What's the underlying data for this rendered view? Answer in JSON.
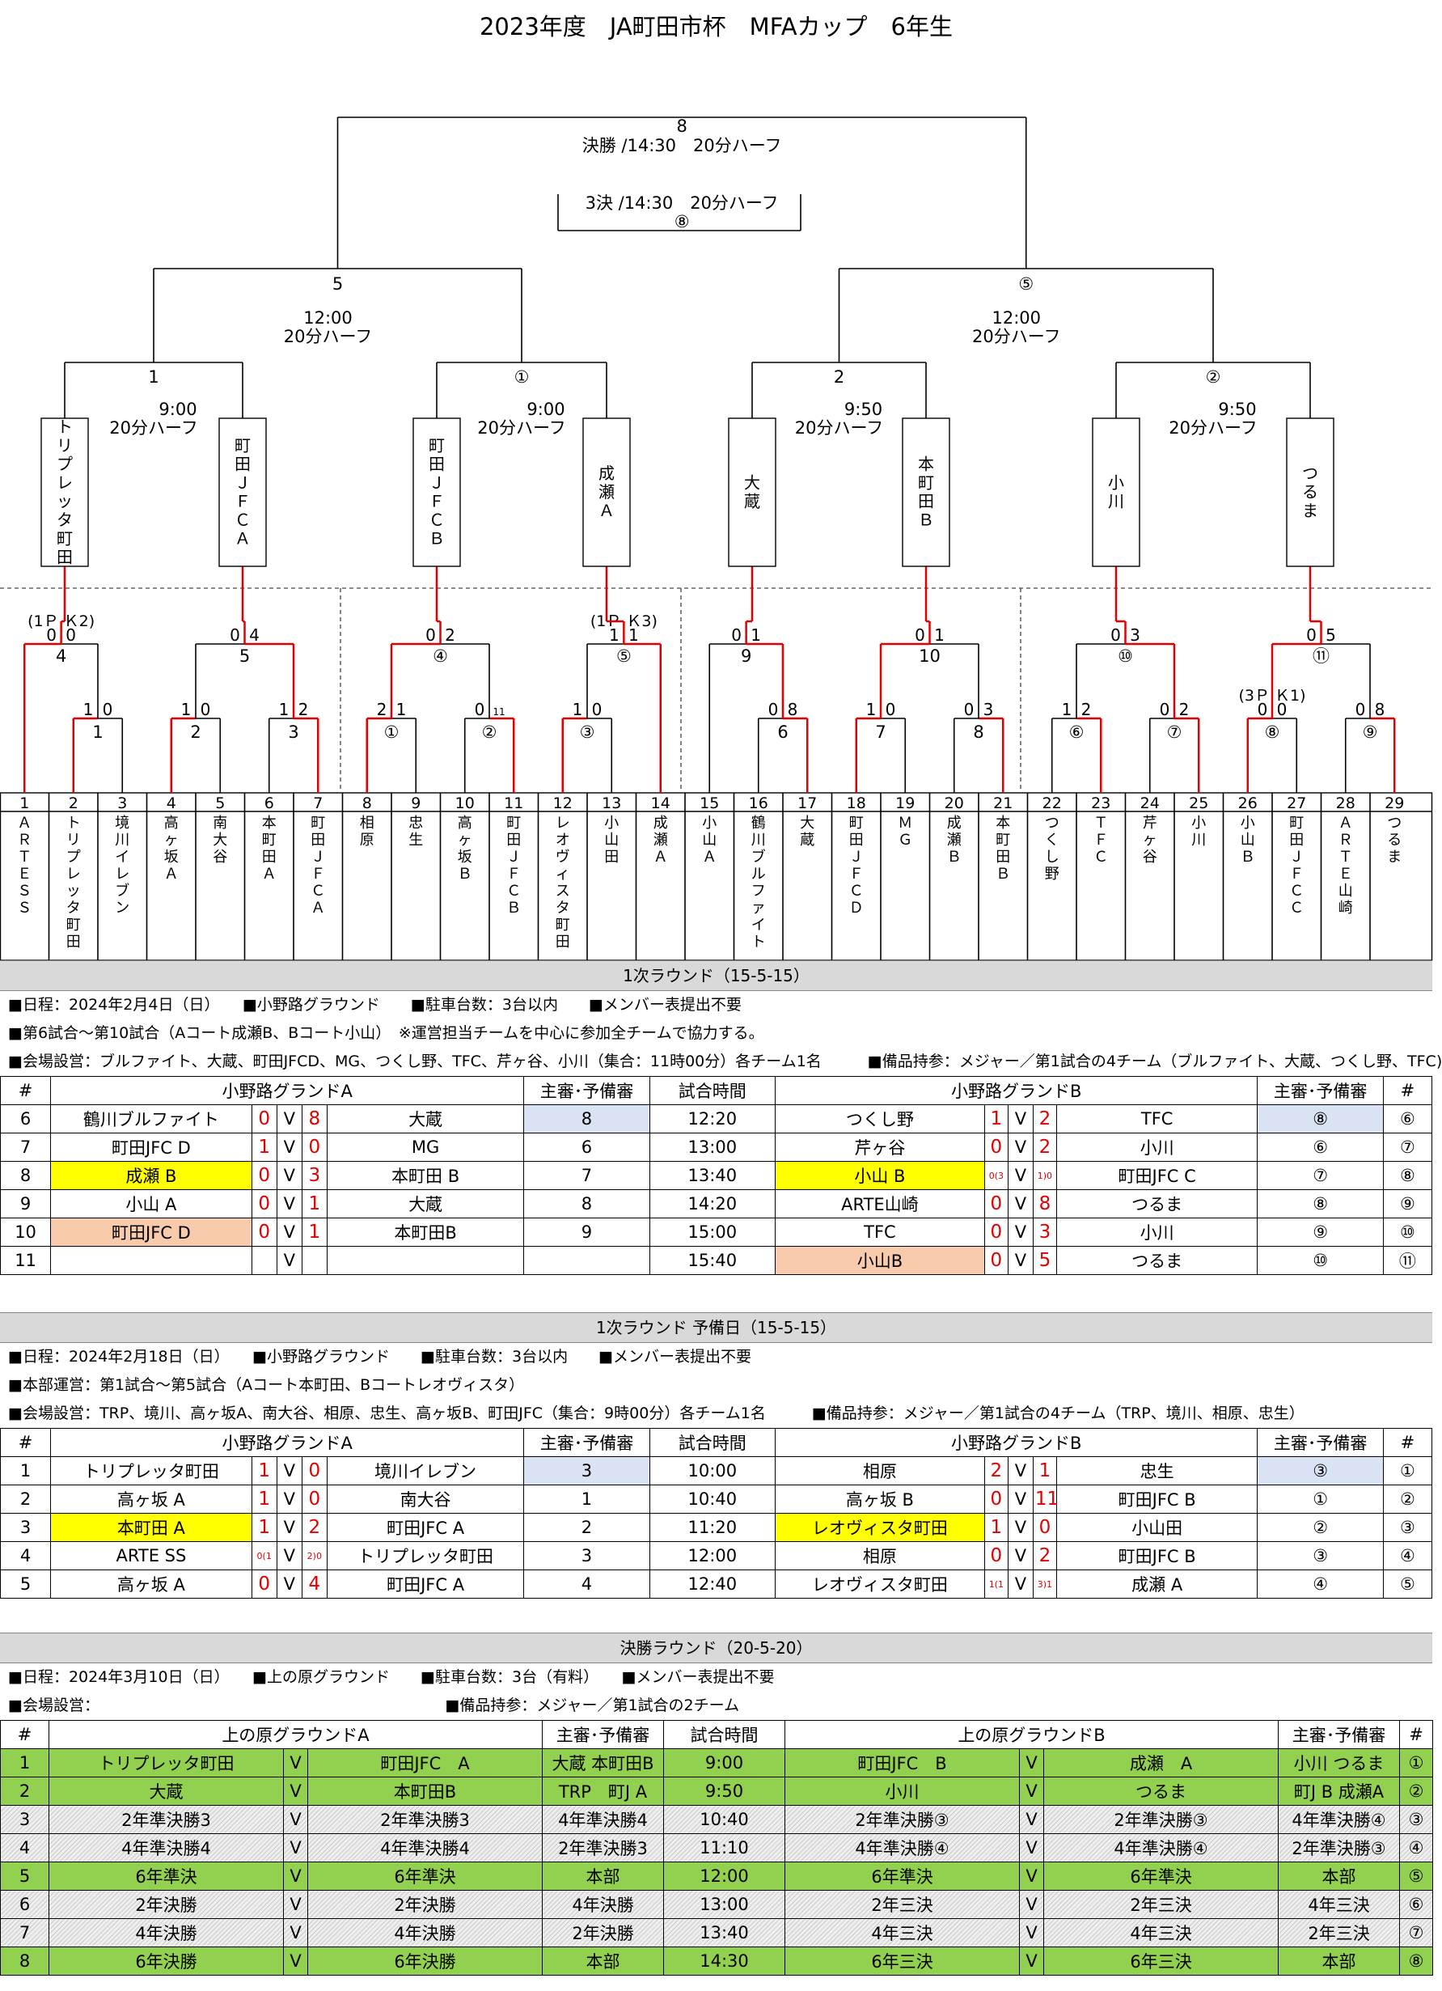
{
  "title": "2023年度　JA町田市杯　MFAカップ　6年生",
  "bracket": {
    "final": {
      "num": "8",
      "label": "決勝 /14:30　20分ハーフ"
    },
    "third": {
      "label": "3決 /14:30　20分ハーフ",
      "num": "⑧"
    },
    "semis": [
      {
        "num": "5",
        "time": "12:00",
        "half": "20分ハーフ"
      },
      {
        "num": "⑤",
        "time": "12:00",
        "half": "20分ハーフ"
      }
    ],
    "qf": [
      {
        "num": "1",
        "time": "9:00",
        "half": "20分ハーフ"
      },
      {
        "num": "①",
        "time": "9:00",
        "half": "20分ハーフ"
      },
      {
        "num": "2",
        "time": "9:50",
        "half": "20分ハーフ"
      },
      {
        "num": "②",
        "time": "9:50",
        "half": "20分ハーフ"
      }
    ],
    "qf_teams": [
      "トリプレッタ町田",
      "町田ＪＦＣＡ",
      "町田ＪＦＣＢ",
      "成瀬Ａ",
      "大蔵",
      "本町田Ｂ",
      "小川",
      "つるま"
    ],
    "r2": [
      {
        "num": "4",
        "left": "0",
        "right": "0",
        "pk": "(1Ｐ Ｋ2)"
      },
      {
        "num": "5",
        "left": "0",
        "right": "4"
      },
      {
        "num": "④",
        "left": "0",
        "right": "2"
      },
      {
        "num": "⑤",
        "left": "1",
        "right": "1",
        "pk": "(1Ｐ Ｋ3)"
      },
      {
        "num": "9",
        "left": "0",
        "right": "1"
      },
      {
        "num": "10",
        "left": "0",
        "right": "1"
      },
      {
        "num": "⑩",
        "left": "0",
        "right": "3"
      },
      {
        "num": "⑪",
        "left": "0",
        "right": "5"
      }
    ],
    "r1": [
      {
        "num": "1",
        "left": "1",
        "right": "0"
      },
      {
        "num": "2",
        "left": "1",
        "right": "0"
      },
      {
        "num": "3",
        "left": "1",
        "right": "2"
      },
      {
        "num": "①",
        "left": "2",
        "right": "1"
      },
      {
        "num": "②",
        "left": "0",
        "right": "11"
      },
      {
        "num": "③",
        "left": "1",
        "right": "0"
      },
      {
        "num": "6",
        "left": "0",
        "right": "8"
      },
      {
        "num": "7",
        "left": "1",
        "right": "0"
      },
      {
        "num": "8",
        "left": "0",
        "right": "3"
      },
      {
        "num": "⑥",
        "left": "1",
        "right": "2"
      },
      {
        "num": "⑦",
        "left": "0",
        "right": "2"
      },
      {
        "num": "⑧",
        "left": "0",
        "right": "0",
        "pk": "(3Ｐ Ｋ1)"
      },
      {
        "num": "⑨",
        "left": "0",
        "right": "8"
      }
    ],
    "slot_numbers": [
      "1",
      "2",
      "3",
      "4",
      "5",
      "6",
      "7",
      "8",
      "9",
      "10",
      "11",
      "12",
      "13",
      "14",
      "15",
      "16",
      "17",
      "18",
      "19",
      "20",
      "21",
      "22",
      "23",
      "24",
      "25",
      "26",
      "27",
      "28",
      "29"
    ],
    "teams": [
      "ＡＲＴＥＳＳ",
      "トリプレッタ町田",
      "境川イレブン",
      "高ヶ坂Ａ",
      "南大谷",
      "本町田Ａ",
      "町田ＪＦＣＡ",
      "相原",
      "忠生",
      "高ヶ坂Ｂ",
      "町田ＪＦＣＢ",
      "レオヴィスタ町田",
      "小山田",
      "成瀬Ａ",
      "小山Ａ",
      "鶴川ブルファイト",
      "大蔵",
      "町田ＪＦＣＤ",
      "ＭＧ",
      "成瀬Ｂ",
      "本町田Ｂ",
      "つくし野",
      "ＴＦＣ",
      "芹ヶ谷",
      "小川",
      "小山Ｂ",
      "町田ＪＦＣＣ",
      "ＡＲＴＥ山崎",
      "つるま"
    ]
  },
  "round1": {
    "title": "1次ラウンド（15-5-15）",
    "info": [
      "■日程：2024年2月4日（日）　　■小野路グラウンド　　■駐車台数：3台以内　　■メンバー表提出不要",
      "■第6試合～第10試合（Aコート成瀬B、Bコート小山）　※運営担当チームを中心に参加全チームで協力する。",
      "■会場設営：ブルファイト、大蔵、町田JFCD、MG、つくし野、TFC、芹ヶ谷、小川（集合：11時00分）各チーム1名　　　■備品持参：メジャー／第1試合の4チーム（ブルファイト、大蔵、つくし野、TFC)"
    ],
    "header": [
      "#",
      "小野路グランドA",
      "主審･予備審",
      "試合時間",
      "小野路グランドB",
      "主審･予備審",
      "#"
    ],
    "rows": [
      {
        "n": "6",
        "a_home": "鶴川ブルファイト",
        "a_hs": "0",
        "v": "V",
        "a_as": "8",
        "a_away": "大蔵",
        "a_ref": "8",
        "time": "12:20",
        "b_home": "つくし野",
        "b_hs": "1",
        "b_as": "2",
        "b_away": "TFC",
        "b_ref": "⑧",
        "nb": "⑥"
      },
      {
        "n": "7",
        "a_home": "町田JFC D",
        "a_hs": "1",
        "v": "V",
        "a_as": "0",
        "a_away": "MG",
        "a_ref": "6",
        "time": "13:00",
        "b_home": "芹ヶ谷",
        "b_hs": "0",
        "b_as": "2",
        "b_away": "小川",
        "b_ref": "⑥",
        "nb": "⑦"
      },
      {
        "n": "8",
        "a_home": "成瀬 B",
        "a_hs": "0",
        "v": "V",
        "a_as": "3",
        "a_away": "本町田 B",
        "a_ref": "7",
        "time": "13:40",
        "b_home": "小山 B",
        "b_hs": "0(3",
        "b_as": "1)0",
        "b_away": "町田JFC C",
        "b_ref": "⑦",
        "nb": "⑧"
      },
      {
        "n": "9",
        "a_home": "小山 A",
        "a_hs": "0",
        "v": "V",
        "a_as": "1",
        "a_away": "大蔵",
        "a_ref": "8",
        "time": "14:20",
        "b_home": "ARTE山崎",
        "b_hs": "0",
        "b_as": "8",
        "b_away": "つるま",
        "b_ref": "⑧",
        "nb": "⑨"
      },
      {
        "n": "10",
        "a_home": "町田JFC D",
        "a_hs": "0",
        "v": "V",
        "a_as": "1",
        "a_away": "本町田B",
        "a_ref": "9",
        "time": "15:00",
        "b_home": "TFC",
        "b_hs": "0",
        "b_as": "3",
        "b_away": "小川",
        "b_ref": "⑨",
        "nb": "⑩"
      },
      {
        "n": "11",
        "a_home": "",
        "a_hs": "",
        "v": "V",
        "a_as": "",
        "a_away": "",
        "a_ref": "",
        "time": "15:40",
        "b_home": "小山B",
        "b_hs": "0",
        "b_as": "5",
        "b_away": "つるま",
        "b_ref": "⑩",
        "nb": "⑪"
      }
    ]
  },
  "round1b": {
    "title": "1次ラウンド 予備日（15-5-15）",
    "info": [
      "■日程：2024年2月18日（日）　　■小野路グラウンド　　■駐車台数：3台以内　　■メンバー表提出不要",
      "■本部運営：第1試合～第5試合（Aコート本町田、Bコートレオヴィスタ）",
      "■会場設営：TRP、境川、高ヶ坂A、南大谷、相原、忠生、高ヶ坂B、町田JFC（集合：9時00分）各チーム1名　　　■備品持参：メジャー／第1試合の4チーム（TRP、境川、相原、忠生）"
    ],
    "header": [
      "#",
      "小野路グランドA",
      "主審･予備審",
      "試合時間",
      "小野路グランドB",
      "主審･予備審",
      "#"
    ],
    "rows": [
      {
        "n": "1",
        "a_home": "トリプレッタ町田",
        "a_hs": "1",
        "v": "V",
        "a_as": "0",
        "a_away": "境川イレブン",
        "a_ref": "3",
        "time": "10:00",
        "b_home": "相原",
        "b_hs": "2",
        "b_as": "1",
        "b_away": "忠生",
        "b_ref": "③",
        "nb": "①"
      },
      {
        "n": "2",
        "a_home": "高ヶ坂 A",
        "a_hs": "1",
        "v": "V",
        "a_as": "0",
        "a_away": "南大谷",
        "a_ref": "1",
        "time": "10:40",
        "b_home": "高ヶ坂 B",
        "b_hs": "0",
        "b_as": "11",
        "b_away": "町田JFC B",
        "b_ref": "①",
        "nb": "②"
      },
      {
        "n": "3",
        "a_home": "本町田 A",
        "a_hs": "1",
        "v": "V",
        "a_as": "2",
        "a_away": "町田JFC A",
        "a_ref": "2",
        "time": "11:20",
        "b_home": "レオヴィスタ町田",
        "b_hs": "1",
        "b_as": "0",
        "b_away": "小山田",
        "b_ref": "②",
        "nb": "③"
      },
      {
        "n": "4",
        "a_home": "ARTE SS",
        "a_hs": "0(1",
        "v": "V",
        "a_as": "2)0",
        "a_away": "トリプレッタ町田",
        "a_ref": "3",
        "time": "12:00",
        "b_home": "相原",
        "b_hs": "0",
        "b_as": "2",
        "b_away": "町田JFC B",
        "b_ref": "③",
        "nb": "④"
      },
      {
        "n": "5",
        "a_home": "高ヶ坂 A",
        "a_hs": "0",
        "v": "V",
        "a_as": "4",
        "a_away": "町田JFC A",
        "a_ref": "4",
        "time": "12:40",
        "b_home": "レオヴィスタ町田",
        "b_hs": "1(1",
        "b_as": "3)1",
        "b_away": "成瀬 A",
        "b_ref": "④",
        "nb": "⑤"
      }
    ]
  },
  "finals": {
    "title": "決勝ラウンド（20-5-20）",
    "info": [
      "■日程：2024年3月10日（日）　　■上の原グラウンド　　■駐車台数：3台（有料）　　■メンバー表提出不要",
      "■会場設営：　　　　　　　　　　　　　　　　　　　　　　　■備品持参：メジャー／第1試合の2チーム"
    ],
    "header": [
      "#",
      "上の原グラウンドA",
      "主審･予備審",
      "試合時間",
      "上の原グラウンドB",
      "主審･予備審",
      "#"
    ],
    "rows": [
      {
        "n": "1",
        "a_home": "トリプレッタ町田",
        "v": "V",
        "a_away": "町田JFC　A",
        "a_ref": "大蔵 本町田B",
        "time": "9:00",
        "b_home": "町田JFC　B",
        "b_away": "成瀬　A",
        "b_ref": "小川 つるま",
        "nb": "①",
        "style": "gr"
      },
      {
        "n": "2",
        "a_home": "大蔵",
        "v": "V",
        "a_away": "本町田B",
        "a_ref": "TRP　町J A",
        "time": "9:50",
        "b_home": "小川",
        "b_away": "つるま",
        "b_ref": "町J B 成瀬A",
        "nb": "②",
        "style": "gr"
      },
      {
        "n": "3",
        "a_home": "2年準決勝3",
        "v": "V",
        "a_away": "2年準決勝3",
        "a_ref": "4年準決勝4",
        "time": "10:40",
        "b_home": "2年準決勝③",
        "b_away": "2年準決勝③",
        "b_ref": "4年準決勝④",
        "nb": "③",
        "style": "ht"
      },
      {
        "n": "4",
        "a_home": "4年準決勝4",
        "v": "V",
        "a_away": "4年準決勝4",
        "a_ref": "2年準決勝3",
        "time": "11:10",
        "b_home": "4年準決勝④",
        "b_away": "4年準決勝④",
        "b_ref": "2年準決勝③",
        "nb": "④",
        "style": "ht"
      },
      {
        "n": "5",
        "a_home": "6年準決",
        "v": "V",
        "a_away": "6年準決",
        "a_ref": "本部",
        "time": "12:00",
        "b_home": "6年準決",
        "b_away": "6年準決",
        "b_ref": "本部",
        "nb": "⑤",
        "style": "gr"
      },
      {
        "n": "6",
        "a_home": "2年決勝",
        "v": "V",
        "a_away": "2年決勝",
        "a_ref": "4年決勝",
        "time": "13:00",
        "b_home": "2年三決",
        "b_away": "2年三決",
        "b_ref": "4年三決",
        "nb": "⑥",
        "style": "ht"
      },
      {
        "n": "7",
        "a_home": "4年決勝",
        "v": "V",
        "a_away": "4年決勝",
        "a_ref": "2年決勝",
        "time": "13:40",
        "b_home": "4年三決",
        "b_away": "4年三決",
        "b_ref": "2年三決",
        "nb": "⑦",
        "style": "ht"
      },
      {
        "n": "8",
        "a_home": "6年決勝",
        "v": "V",
        "a_away": "6年決勝",
        "a_ref": "本部",
        "time": "14:30",
        "b_home": "6年三決",
        "b_away": "6年三決",
        "b_ref": "本部",
        "nb": "⑧",
        "style": "gr"
      }
    ]
  }
}
